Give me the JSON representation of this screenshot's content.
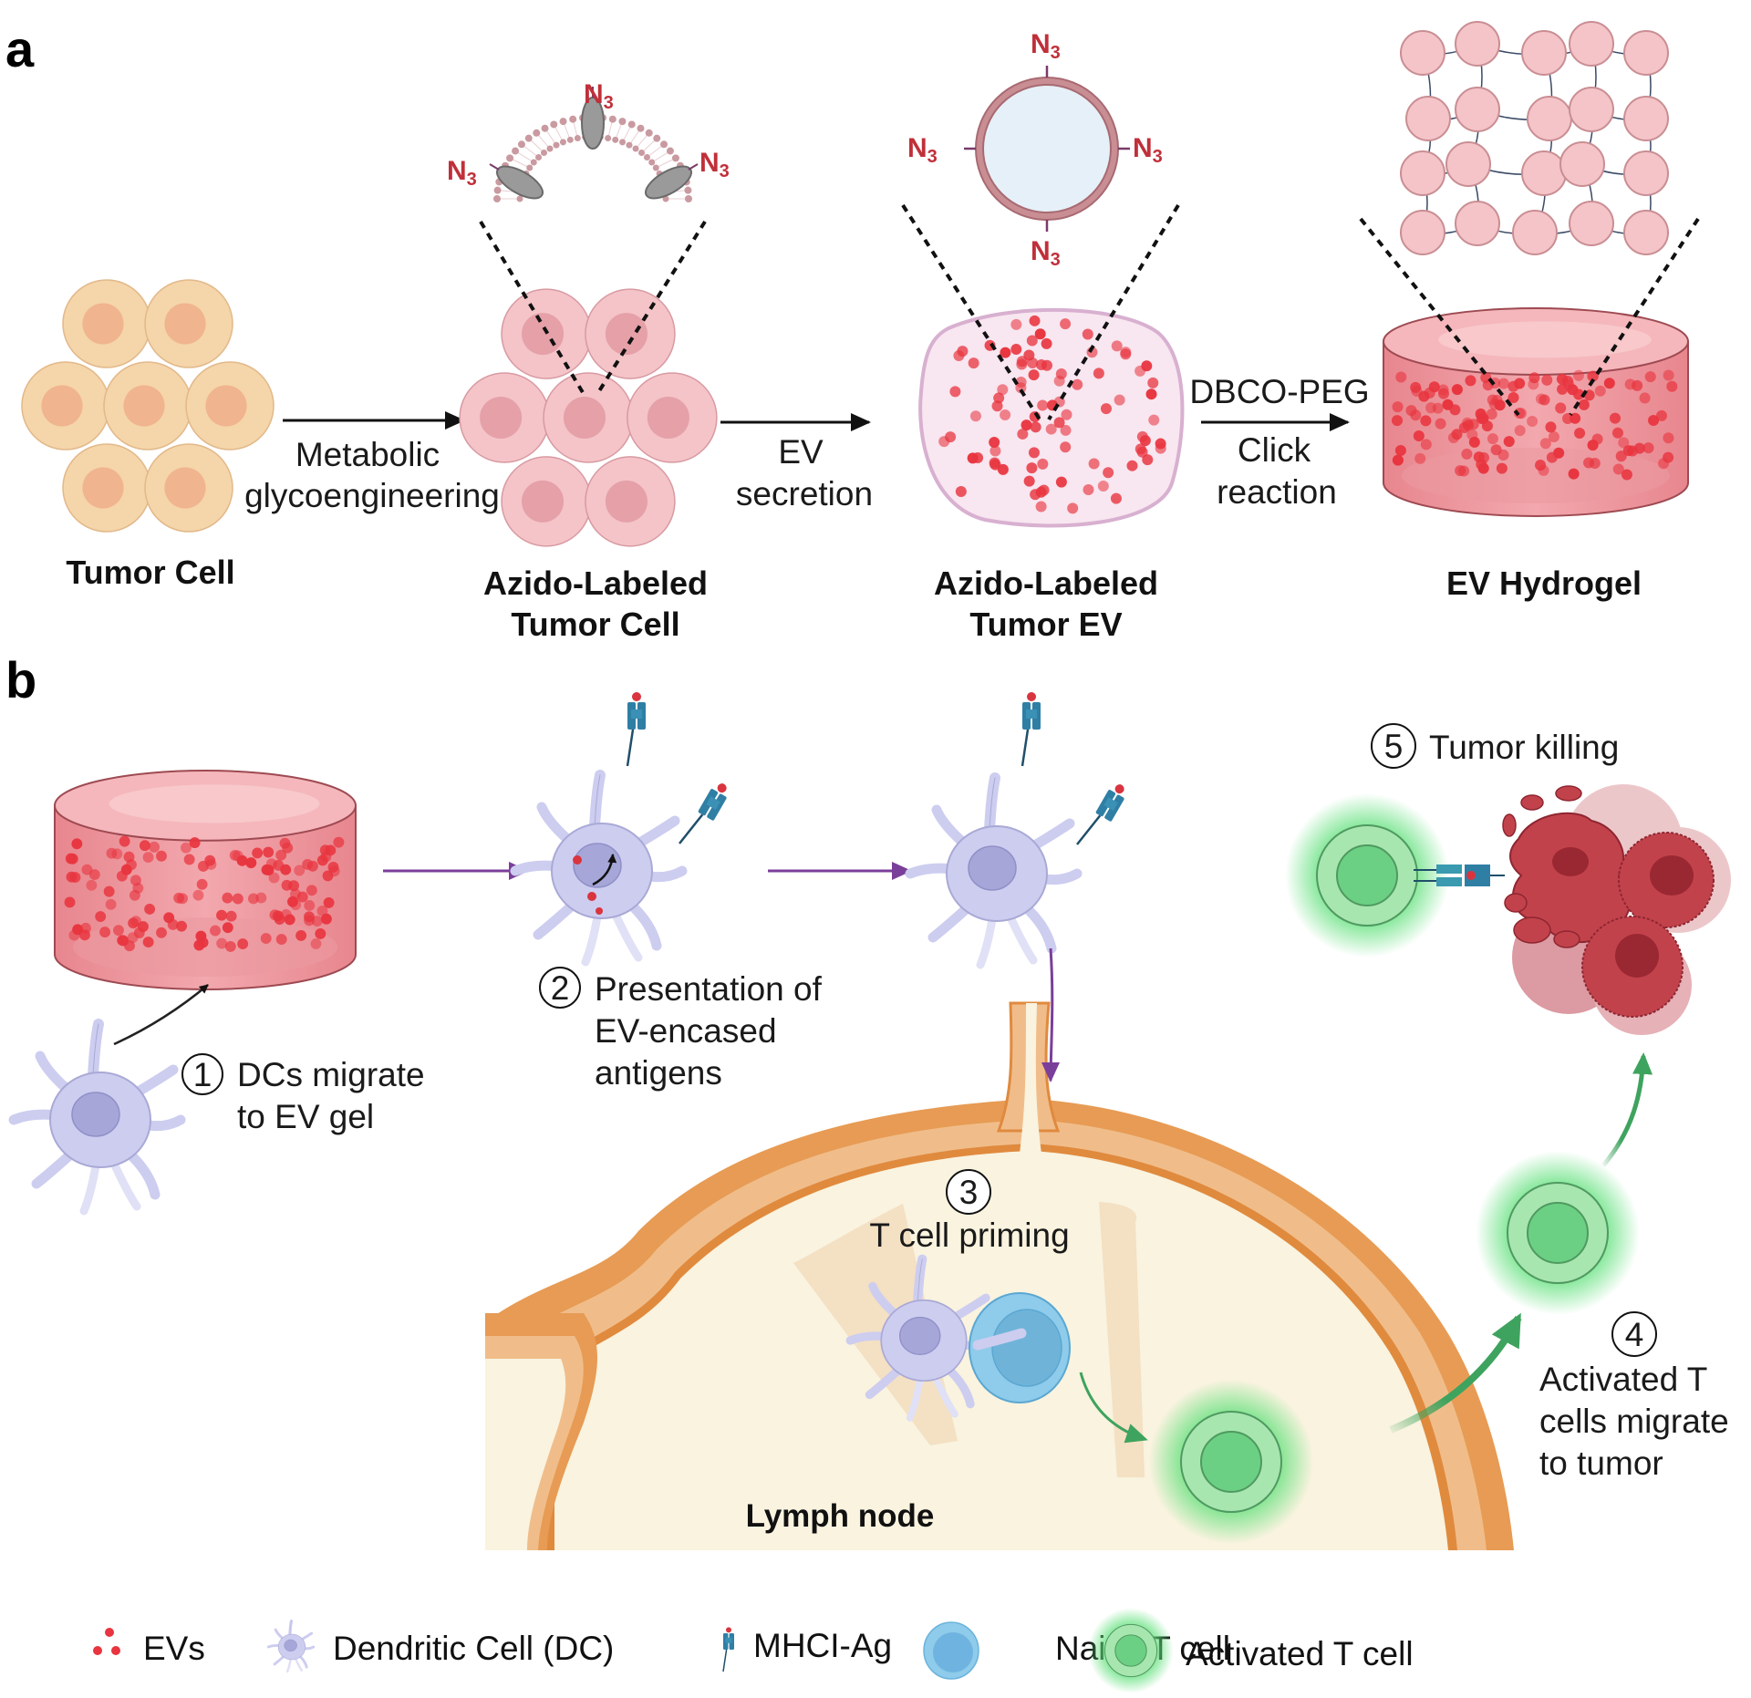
{
  "figure": {
    "panel_a": {
      "label": "a",
      "stages": [
        {
          "name": "Tumor Cell",
          "lines": [
            "Tumor Cell"
          ]
        },
        {
          "name": "Azido-Labeled Tumor Cell",
          "lines": [
            "Azido-Labeled",
            "Tumor Cell"
          ]
        },
        {
          "name": "Azido-Labeled Tumor EV",
          "lines": [
            "Azido-Labeled",
            "Tumor EV"
          ]
        },
        {
          "name": "EV Hydrogel",
          "lines": [
            "EV Hydrogel"
          ]
        }
      ],
      "transitions": [
        {
          "above": [],
          "below": [
            "Metabolic",
            "glycoengineering"
          ]
        },
        {
          "above": [],
          "below": [
            "EV",
            "secretion"
          ]
        },
        {
          "above": [
            "DBCO-PEG"
          ],
          "below": [
            "Click",
            "reaction"
          ]
        }
      ],
      "azide_label": {
        "main": "N",
        "sub": "3"
      }
    },
    "panel_b": {
      "label": "b",
      "steps": [
        {
          "number": "1",
          "lines": [
            "DCs migrate",
            "to EV gel"
          ]
        },
        {
          "number": "2",
          "lines": [
            "Presentation of",
            "EV-encased",
            "antigens"
          ]
        },
        {
          "number": "3",
          "lines": [
            "T cell priming"
          ]
        },
        {
          "number": "4",
          "lines": [
            "Activated T",
            "cells migrate",
            "to tumor"
          ]
        },
        {
          "number": "5",
          "lines": [
            "Tumor killing"
          ]
        }
      ],
      "lymph_node_label": "Lymph node"
    },
    "legend": [
      {
        "icon": "ev-dots-icon",
        "label": "EVs"
      },
      {
        "icon": "dendritic-cell-icon",
        "label": "Dendritic Cell (DC)"
      },
      {
        "icon": "mhci-ag-icon",
        "label": "MHCI-Ag"
      },
      {
        "icon": "naive-t-cell-icon",
        "label": "Naive T cell"
      },
      {
        "icon": "activated-t-cell-icon",
        "label": "Activated T cell"
      }
    ],
    "colors": {
      "tumor_cell": "#f5d5aa",
      "tumor_nucleus": "#f0b48e",
      "azido_cell": "#f4c4c8",
      "azido_nucleus": "#e5a0a8",
      "ev_red": "#e8353f",
      "azide_text": "#c0303a",
      "dc": "#cdcdf0",
      "dc_nucleus": "#a6a6d8",
      "naive_t": "#8fcbea",
      "activated_t": "#74d48a",
      "lymph_capsule": "#e09048",
      "lymph_fill": "#f9f3df",
      "tumor_dark": "#b5323e",
      "arrow_purple": "#7a3f9a",
      "arrow_green": "#3ea35e"
    }
  }
}
